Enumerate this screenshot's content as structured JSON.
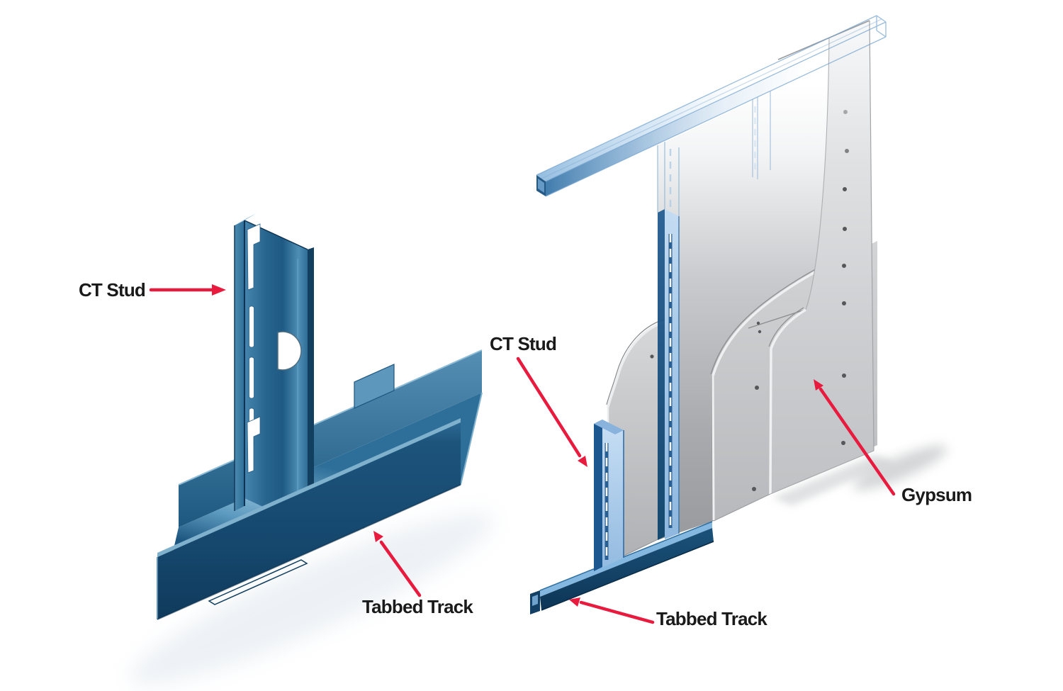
{
  "diagram": {
    "type": "technical-illustration",
    "subject": "steel shaft-wall framing system",
    "background": "#FFFFFF",
    "annotations": {
      "left_ct_stud": "CT Stud",
      "left_tabbed_track": "Tabbed Track",
      "right_ct_stud": "CT Stud",
      "right_gypsum": "Gypsum",
      "right_tabbed_track": "Tabbed Track"
    },
    "colors": {
      "arrow": "#E81B3F",
      "label-text": "#1A1A1A",
      "steel-blue": "#3579A8",
      "steel-blue-dark": "#17486E",
      "steel-blue-light": "#A9CBE9",
      "steel-blue-highlight": "#85B8E0",
      "gypsum-grey": "#C6C8CA",
      "gypsum-grey-dark": "#A0A2A5",
      "gypsum-edge-light": "#EFF0F1",
      "screw-dot": "#55575A",
      "background": "#FFFFFF"
    }
  }
}
